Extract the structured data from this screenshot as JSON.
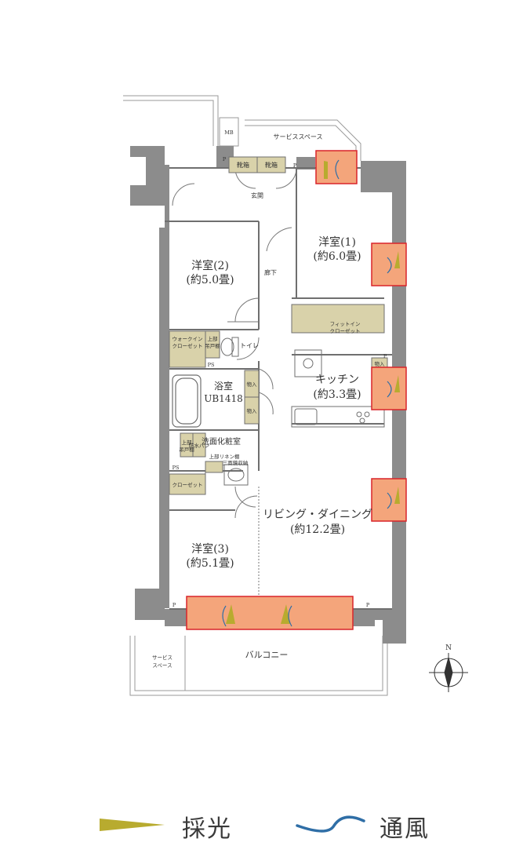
{
  "rooms": {
    "western1_name": "洋室(1)",
    "western1_size": "(約6.0畳)",
    "western2_name": "洋室(2)",
    "western2_size": "(約5.0畳)",
    "western3_name": "洋室(3)",
    "western3_size": "(約5.1畳)",
    "kitchen_name": "キッチン",
    "kitchen_size": "(約3.3畳)",
    "living_name": "リビング・ダイニング",
    "living_size": "(約12.2畳)",
    "bath_name": "浴室",
    "bath_size": "UB1418",
    "washroom": "洗面化粧室",
    "toilet": "トイレ",
    "corridor": "廊下",
    "entrance": "玄関",
    "balcony": "バルコニー"
  },
  "labels": {
    "service_space_top": "サービススペース",
    "service_space_bottom_1": "サービス",
    "service_space_bottom_2": "スペース",
    "mb": "MB",
    "shoe_box_1": "靴箱",
    "shoe_box_2": "靴箱",
    "walkin_1": "ウォークイン",
    "walkin_2": "クローゼット",
    "fitin_1": "フィットイン",
    "fitin_2": "クローゼット",
    "closet": "クローゼット",
    "storage_1": "物入",
    "storage_2": "物入",
    "storage_3": "物入",
    "upper_cabinet_1": "上部",
    "upper_cabinet_2": "吊戸棚",
    "upper_cabinet_3": "上部",
    "upper_cabinet_4": "吊戸棚",
    "waterproof_pan": "防水パン",
    "linen_rack": "上部リネン棚",
    "mirror_storage": "三面鏡収納",
    "ps_1": "PS",
    "ps_2": "PS",
    "p_1": "P",
    "p_2": "P",
    "p_3": "P",
    "p_4": "P",
    "p_5": "P",
    "north": "N"
  },
  "legend": {
    "light_label": "採光",
    "wind_label": "通風"
  },
  "colors": {
    "wall": "#8c8c8c",
    "storage_fill": "#d9d2aa",
    "highlight_fill": "#f4a57b",
    "highlight_stroke": "#d9242a",
    "light_wedge": "#b8ab2f",
    "wind_curve": "#2f6ea6"
  }
}
